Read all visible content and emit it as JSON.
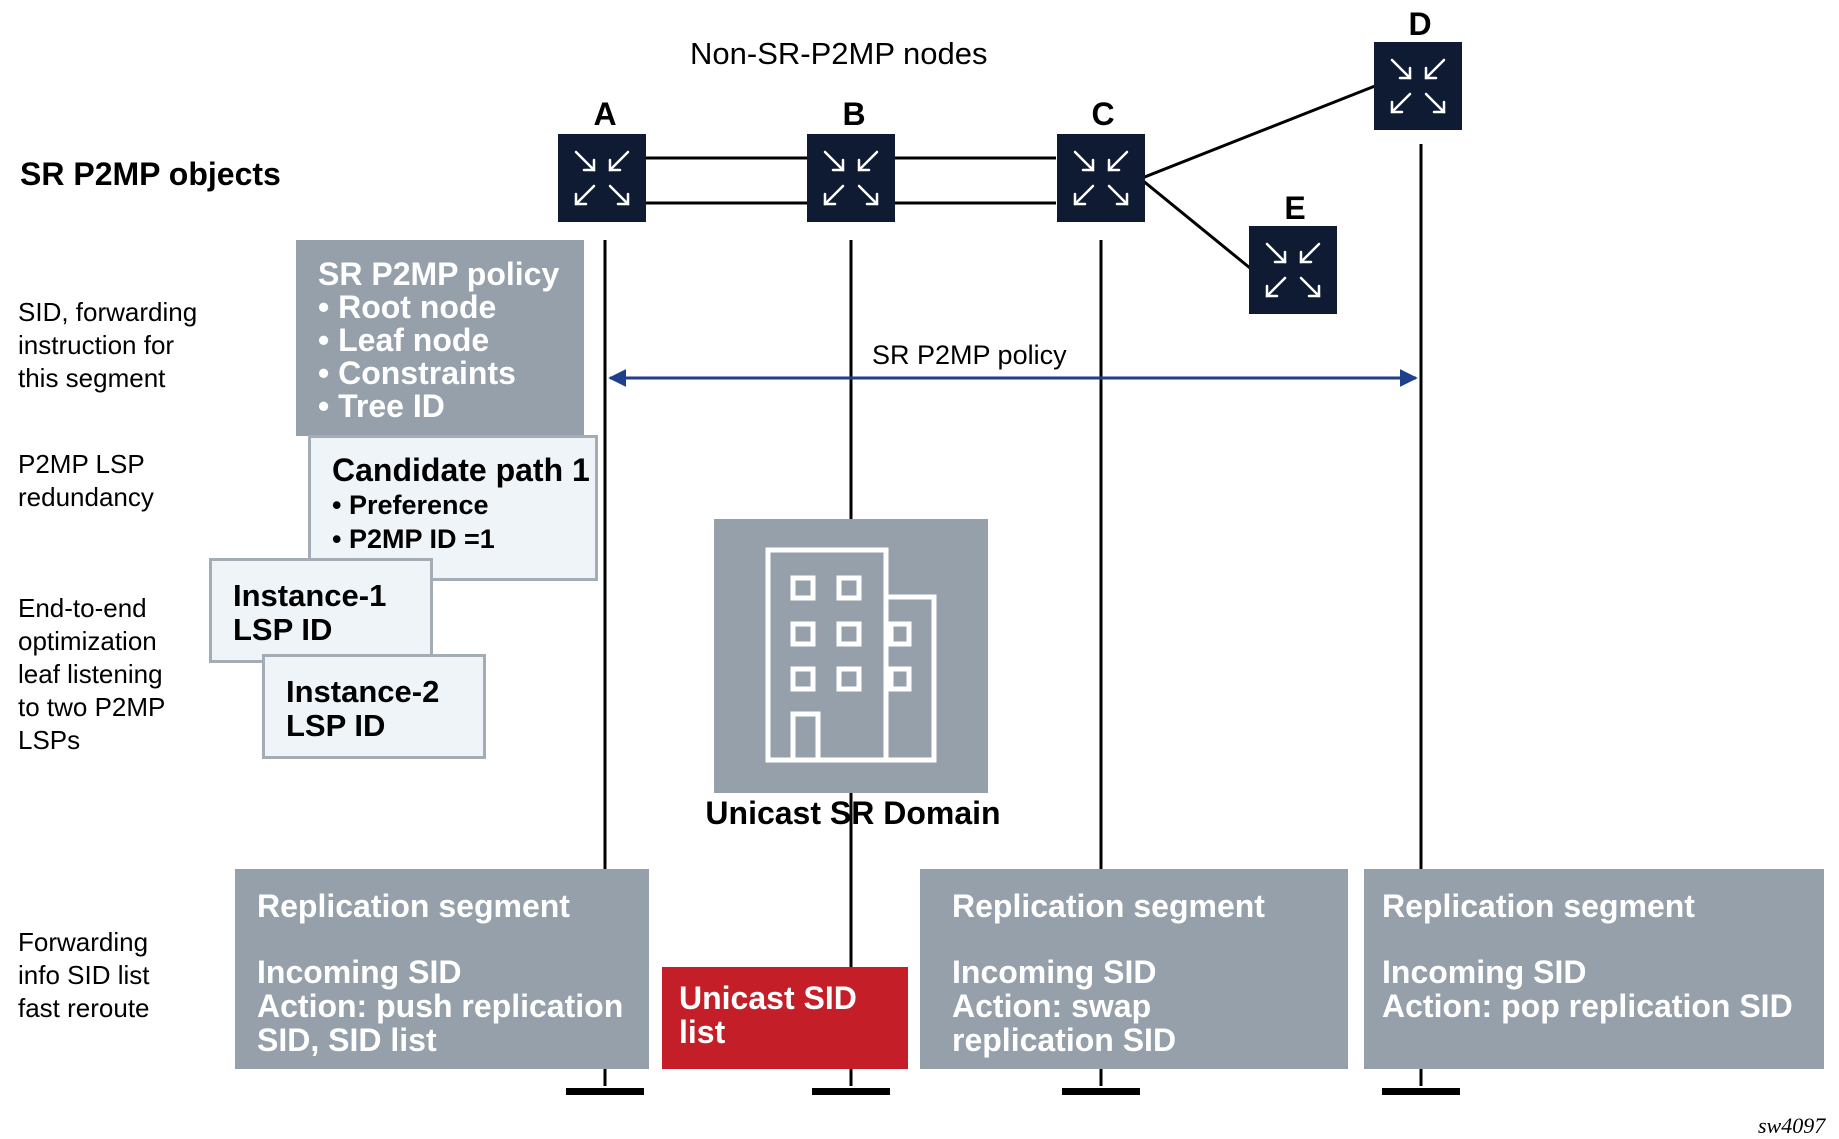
{
  "header": {
    "non_sr_nodes": "Non-SR-P2MP nodes",
    "sr_objects": "SR P2MP objects"
  },
  "nodes": {
    "a": "A",
    "b": "B",
    "c": "C",
    "d": "D",
    "e": "E"
  },
  "side_labels": {
    "sid_forwarding": "SID, forwarding\ninstruction for\nthis segment",
    "redundancy": "P2MP LSP\nredundancy",
    "optimization": "End-to-end\noptimization\nleaf listening\nto two P2MP\nLSPs",
    "forwarding_info": "Forwarding\ninfo SID list\nfast reroute"
  },
  "policy_box": {
    "title": "SR P2MP policy",
    "items": [
      "• Root node",
      "• Leaf node",
      "• Constraints",
      "• Tree ID"
    ]
  },
  "candidate_box": {
    "title": "Candidate path 1",
    "items": [
      "• Preference",
      "• P2MP ID =1"
    ]
  },
  "instance1": {
    "text": "Instance-1\nLSP ID"
  },
  "instance2": {
    "text": "Instance-2\nLSP ID"
  },
  "policy_arrow_label": "SR P2MP policy",
  "unicast_domain": "Unicast SR Domain",
  "replication": [
    {
      "title": "Replication segment",
      "body": "Incoming SID\nAction: push replication\nSID, SID list"
    },
    {
      "title": "Replication segment",
      "body": "Incoming SID\nAction: swap\nreplication SID"
    },
    {
      "title": "Replication segment",
      "body": "Incoming SID\nAction: pop replication SID"
    }
  ],
  "unicast_sid": "Unicast SID\nlist",
  "figure_id": "sw4097",
  "colors": {
    "node_fill": "#0f1a33",
    "box_gray": "#96a0ab",
    "box_light": "#eef4f8",
    "arrow_blue": "#1f3f8a",
    "unicast_red": "#c41f28"
  }
}
